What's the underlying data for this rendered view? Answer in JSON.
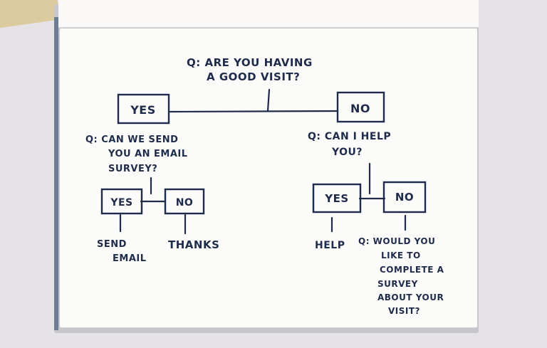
{
  "diagram": {
    "root_question": [
      "Q: ARE YOU HAVING",
      "A GOOD VISIT?"
    ],
    "yes_label": "YES",
    "no_label": "NO",
    "yes_branch": {
      "question": [
        "Q: CAN WE SEND",
        "YOU AN EMAIL",
        "SURVEY?"
      ],
      "yes_label": "YES",
      "no_label": "NO",
      "yes_outcome": [
        "SEND",
        "EMAIL"
      ],
      "no_outcome": "THANKS"
    },
    "no_branch": {
      "question": [
        "Q: CAN I HELP",
        "YOU?"
      ],
      "yes_label": "YES",
      "no_label": "NO",
      "yes_outcome": "HELP",
      "no_outcome": [
        "Q: WOULD YOU",
        "LIKE TO",
        "COMPLETE A",
        "SURVEY",
        "ABOUT YOUR",
        "VISIT?"
      ]
    }
  },
  "colors": {
    "ink": "#1f2b4a",
    "paper": "#fbfbf9",
    "background": "#e6e3e6"
  }
}
